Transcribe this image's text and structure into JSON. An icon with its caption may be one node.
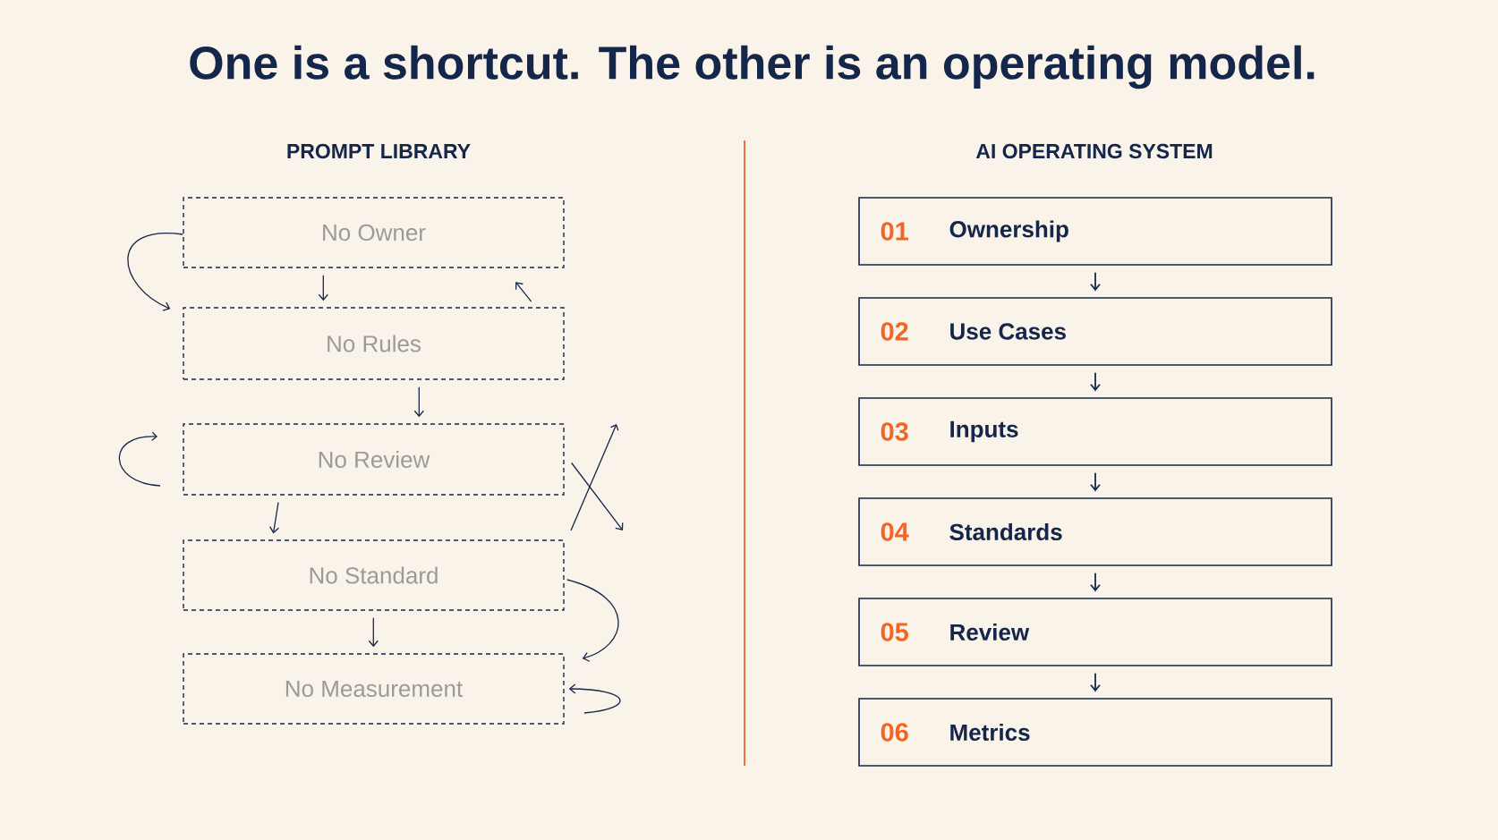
{
  "diagram": {
    "title": "One is a shortcut. The other is an operating model.",
    "nodes": [
      {
        "text": [
          "No Owner"
        ]
      },
      {
        "text": [
          "No Rules"
        ]
      },
      {
        "text": [
          "No Review"
        ]
      },
      {
        "text": [
          "No Standard"
        ]
      },
      {
        "text": [
          "No Measurement"
        ]
      },
      {
        "text": [
          "01",
          "Ownership"
        ]
      },
      {
        "text": [
          "02",
          "Use Cases"
        ]
      },
      {
        "text": [
          "03",
          "Inputs"
        ]
      },
      {
        "text": [
          "04",
          "Standards"
        ]
      },
      {
        "text": [
          "05",
          "Review"
        ]
      },
      {
        "text": [
          "06",
          "Metrics"
        ]
      }
    ],
    "edges": [
      {
        "from": 0,
        "to": 1,
        "arrow": "to"
      },
      {
        "from": 1,
        "to": 2,
        "arrow": "to"
      },
      {
        "from": 2,
        "to": 3,
        "arrow": "to"
      },
      {
        "from": 3,
        "to": 4,
        "arrow": "to"
      },
      {
        "from": 0,
        "to": 1,
        "arrow": "to"
      },
      {
        "from": 1,
        "to": 0,
        "arrow": "to"
      },
      {
        "from": 3,
        "to": 4,
        "arrow": "to"
      },
      {
        "from": null,
        "to": 4,
        "arrow": "to"
      },
      {
        "from": 2,
        "to": null,
        "arrow": "to"
      },
      {
        "from": 5,
        "to": 6,
        "arrow": "to"
      },
      {
        "from": 6,
        "to": 7,
        "arrow": "to"
      },
      {
        "from": 7,
        "to": 8,
        "arrow": "to"
      },
      {
        "from": 8,
        "to": 9,
        "arrow": "to"
      },
      {
        "from": 9,
        "to": 10,
        "arrow": "to"
      }
    ],
    "labels": [
      "PROMPT LIBRARY",
      "AI OPERATING SYSTEM"
    ]
  }
}
